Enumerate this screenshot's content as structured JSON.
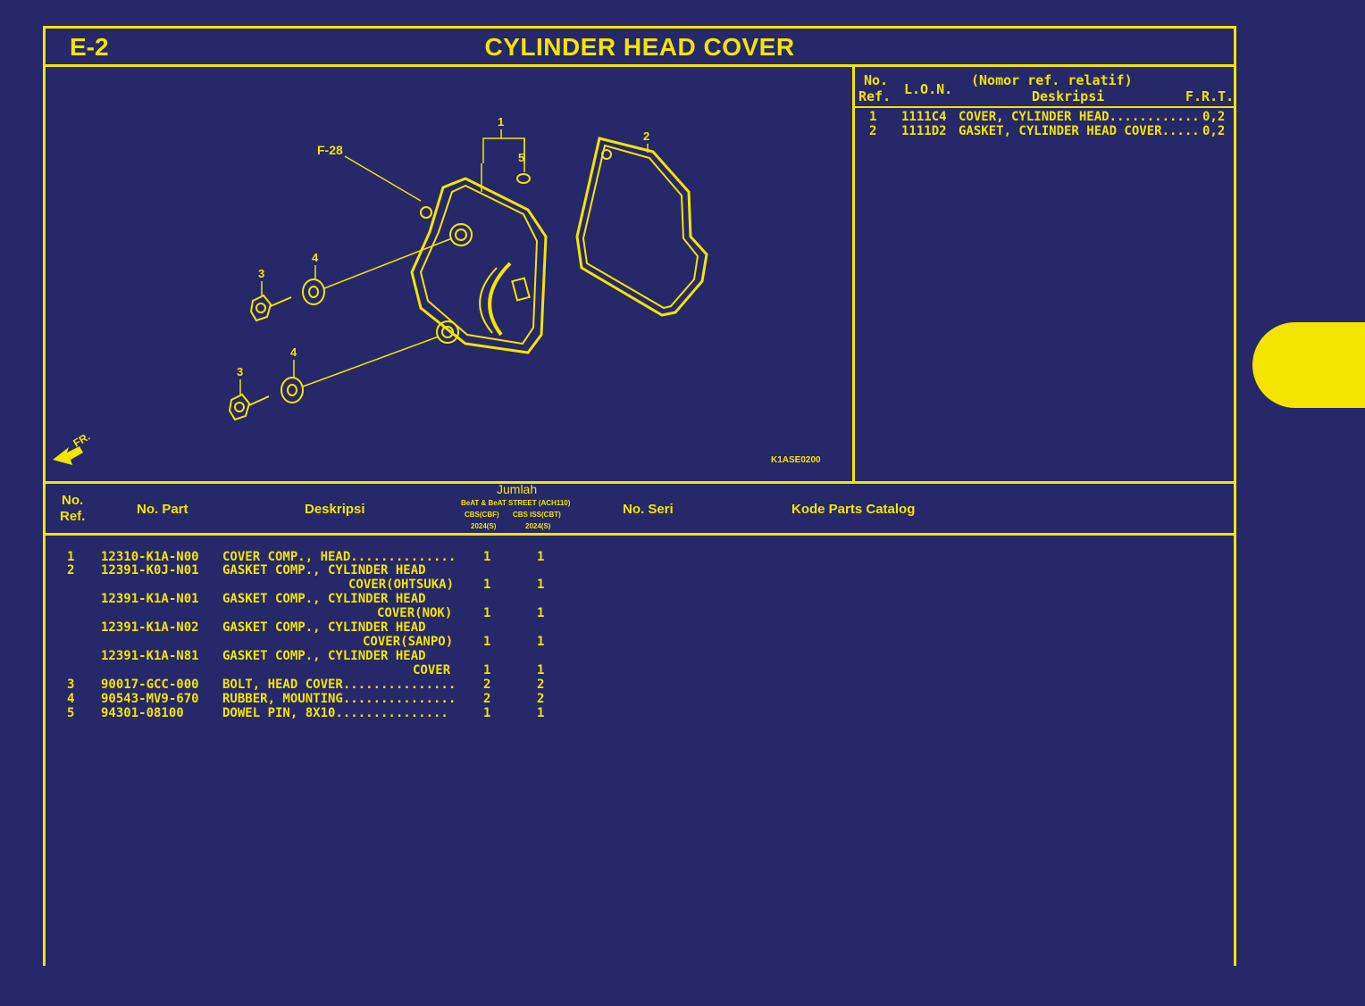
{
  "header": {
    "section_code": "E-2",
    "title": "CYLINDER HEAD COVER"
  },
  "diagram": {
    "callouts": [
      "1",
      "2",
      "3",
      "4",
      "5",
      "3",
      "4"
    ],
    "ref_label": "F-28",
    "front_label": "FR.",
    "image_code": "K1ASE0200"
  },
  "ref_table": {
    "headers": {
      "no": "No.",
      "ref": "Ref.",
      "lon": "L.O.N.",
      "relatif": "(Nomor ref. relatif)",
      "deskripsi": "Deskripsi",
      "frt": "F.R.T."
    },
    "rows": [
      {
        "no": "1",
        "lon": "1111C4",
        "desc": "COVER, CYLINDER HEAD............",
        "frt": "0,2"
      },
      {
        "no": "2",
        "lon": "1111D2",
        "desc": "GASKET, CYLINDER HEAD COVER.....",
        "frt": "0,2"
      }
    ]
  },
  "parts_table": {
    "headers": {
      "no": "No.",
      "ref": "Ref.",
      "part": "No. Part",
      "desc": "Deskripsi",
      "jumlah": "Jumlah",
      "model": "BeAT & BeAT STREET (ACH110)",
      "col1": "CBS(CBF)",
      "col2": "CBS ISS(CBT)",
      "year1": "2024(S)",
      "year2": "2024(S)",
      "seri": "No. Seri",
      "kode": "Kode Parts Catalog"
    },
    "rows": [
      {
        "ref": "1",
        "part": "12310-K1A-N00",
        "desc1": "COVER COMP., HEAD..............",
        "desc2": "",
        "q1": "1",
        "q2": "1"
      },
      {
        "ref": "2",
        "part": "12391-K0J-N01",
        "desc1": "GASKET COMP., CYLINDER HEAD",
        "desc2": "COVER(OHTSUKA)",
        "q1": "1",
        "q2": "1"
      },
      {
        "ref": "",
        "part": "12391-K1A-N01",
        "desc1": "GASKET COMP., CYLINDER HEAD",
        "desc2": "COVER(NOK)",
        "q1": "1",
        "q2": "1"
      },
      {
        "ref": "",
        "part": "12391-K1A-N02",
        "desc1": "GASKET COMP., CYLINDER HEAD",
        "desc2": "COVER(SANPO)",
        "q1": "1",
        "q2": "1"
      },
      {
        "ref": "",
        "part": "12391-K1A-N81",
        "desc1": "GASKET COMP., CYLINDER HEAD",
        "desc2": "COVER",
        "q1": "1",
        "q2": "1"
      },
      {
        "ref": "3",
        "part": "90017-GCC-000",
        "desc1": "BOLT, HEAD COVER...............",
        "desc2": "",
        "q1": "2",
        "q2": "2"
      },
      {
        "ref": "4",
        "part": "90543-MV9-670",
        "desc1": "RUBBER, MOUNTING...............",
        "desc2": "",
        "q1": "2",
        "q2": "2"
      },
      {
        "ref": "5",
        "part": "94301-08100",
        "desc1": "DOWEL PIN, 8X10...............",
        "desc2": "",
        "q1": "1",
        "q2": "1"
      }
    ]
  },
  "colors": {
    "background": "#262869",
    "ink": "#f3e500"
  }
}
